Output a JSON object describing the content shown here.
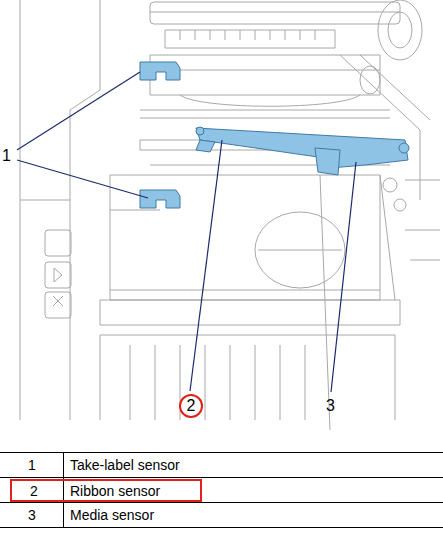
{
  "diagram": {
    "nodes": [
      {
        "text": [
          "2"
        ]
      },
      {
        "text": [
          "2",
          "Ribbon sensor"
        ]
      }
    ],
    "labels": [
      "1",
      "3",
      "1",
      "Take-label sensor",
      "3",
      "Media sensor"
    ]
  }
}
